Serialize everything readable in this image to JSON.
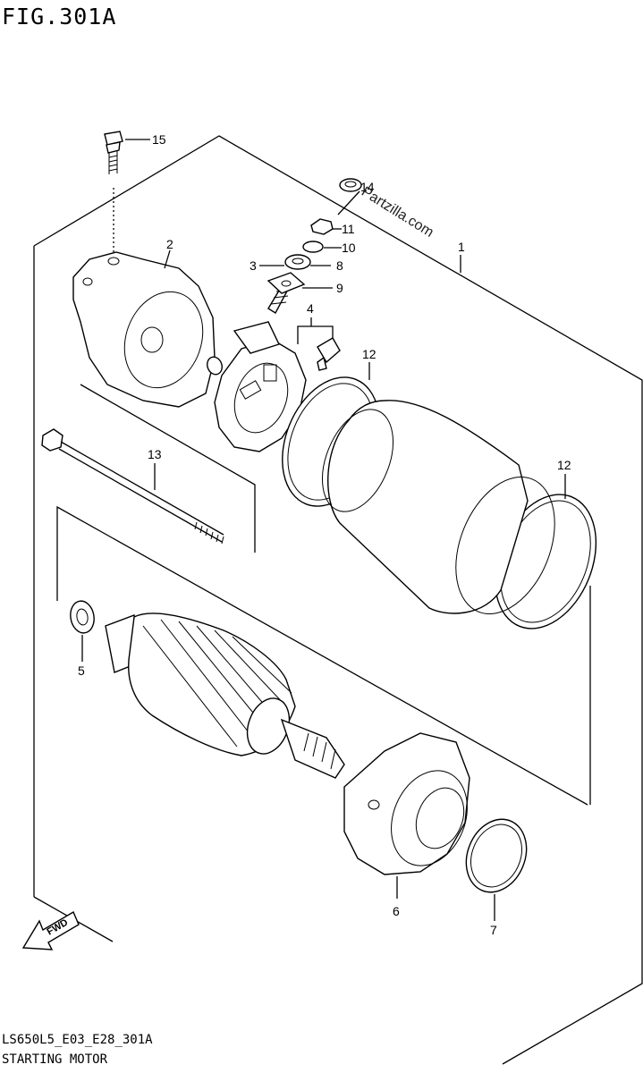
{
  "figure": {
    "title": "FIG.301A",
    "code": "LS650L5_E03_E28_301A",
    "name": "STARTING MOTOR",
    "watermark": "Partzilla.com",
    "direction_label": "FWD"
  },
  "callouts": {
    "p1": "1",
    "p2": "2",
    "p3": "3",
    "p4": "4",
    "p5": "5",
    "p6": "6",
    "p7": "7",
    "p8": "8",
    "p9": "9",
    "p10": "10",
    "p11": "11",
    "p12a": "12",
    "p12b": "12",
    "p13": "13",
    "p14": "14",
    "p15": "15"
  }
}
